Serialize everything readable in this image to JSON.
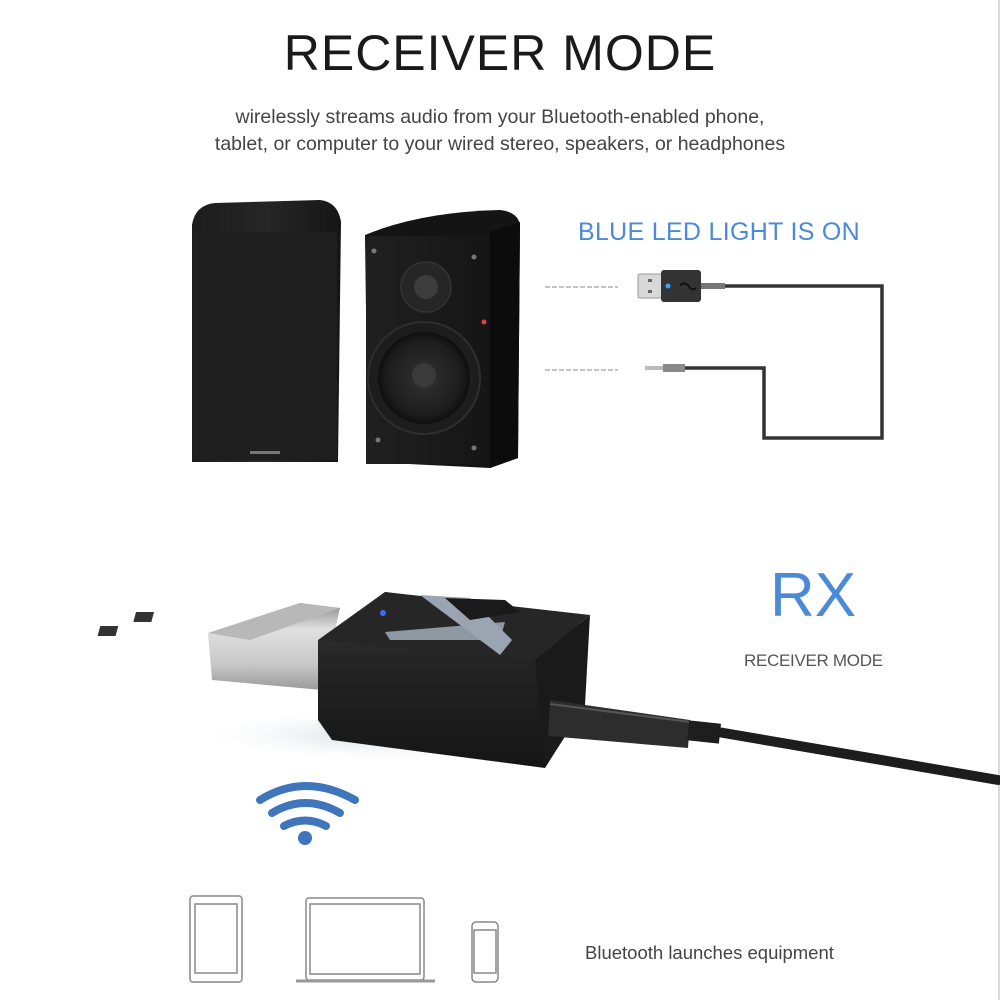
{
  "header": {
    "title": "RECEIVER MODE",
    "subtitle_line1": "wirelessly streams audio from your Bluetooth-enabled phone,",
    "subtitle_line2": "tablet, or computer to your wired stereo, speakers, or headphones"
  },
  "diagram": {
    "led_label": "BLUE LED LIGHT IS ON",
    "led_color": "#3aa0ff",
    "speakers": [
      "speaker-left-grille",
      "speaker-right-drivers"
    ],
    "connectors": [
      "usb-adapter",
      "aux-3.5mm-jack"
    ]
  },
  "mode": {
    "code": "RX",
    "label": "RECEIVER MODE",
    "accent_color": "#4a8ad8"
  },
  "footer": {
    "devices": [
      "tablet-icon",
      "laptop-icon",
      "phone-icon"
    ],
    "signal_icon": "wifi-icon",
    "label": "Bluetooth launches equipment"
  }
}
